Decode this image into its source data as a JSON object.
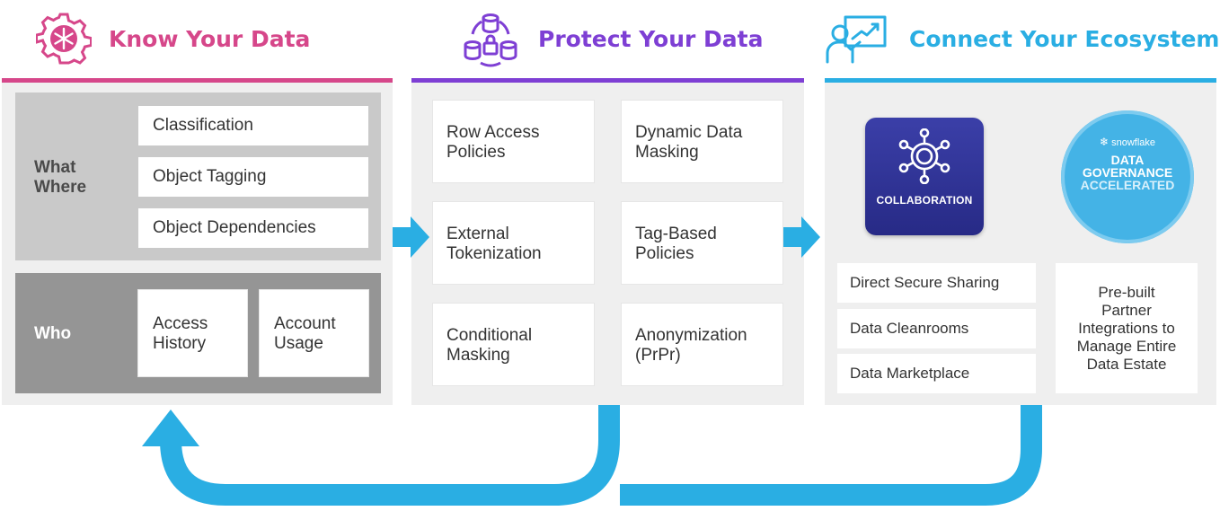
{
  "colors": {
    "know": "#d6478a",
    "protect": "#7e3fd4",
    "connect": "#2aaee3",
    "arrow": "#2aaee3"
  },
  "sections": {
    "know": {
      "title": "Know Your Data",
      "icon": "snowflake-gear-icon",
      "what_label_1": "What",
      "what_label_2": "Where",
      "what_items": [
        "Classification",
        "Object Tagging",
        "Object Dependencies"
      ],
      "who_label": "Who",
      "who_items": [
        {
          "line1": "Access",
          "line2": "History"
        },
        {
          "line1": "Account",
          "line2": "Usage"
        }
      ]
    },
    "protect": {
      "title": "Protect Your Data",
      "icon": "database-lock-cycle-icon",
      "cards": [
        {
          "line1": "Row Access",
          "line2": "Policies"
        },
        {
          "line1": "Dynamic Data",
          "line2": "Masking"
        },
        {
          "line1": "External",
          "line2": "Tokenization"
        },
        {
          "line1": "Tag-Based",
          "line2": "Policies"
        },
        {
          "line1": "Conditional",
          "line2": "Masking"
        },
        {
          "line1": "Anonymization",
          "line2": "(PrPr)"
        }
      ]
    },
    "connect": {
      "title": "Connect Your Ecosystem",
      "icon": "presenter-chart-icon",
      "collab_label": "COLLABORATION",
      "badge": {
        "brand": "snowflake",
        "line1": "DATA",
        "line2": "GOVERNANCE",
        "line3": "ACCELERATED"
      },
      "items": [
        "Direct Secure Sharing",
        "Data Cleanrooms",
        "Data Marketplace"
      ],
      "partner_lines": [
        "Pre-built",
        "Partner",
        "Integrations to",
        "Manage Entire",
        "Data Estate"
      ]
    }
  }
}
